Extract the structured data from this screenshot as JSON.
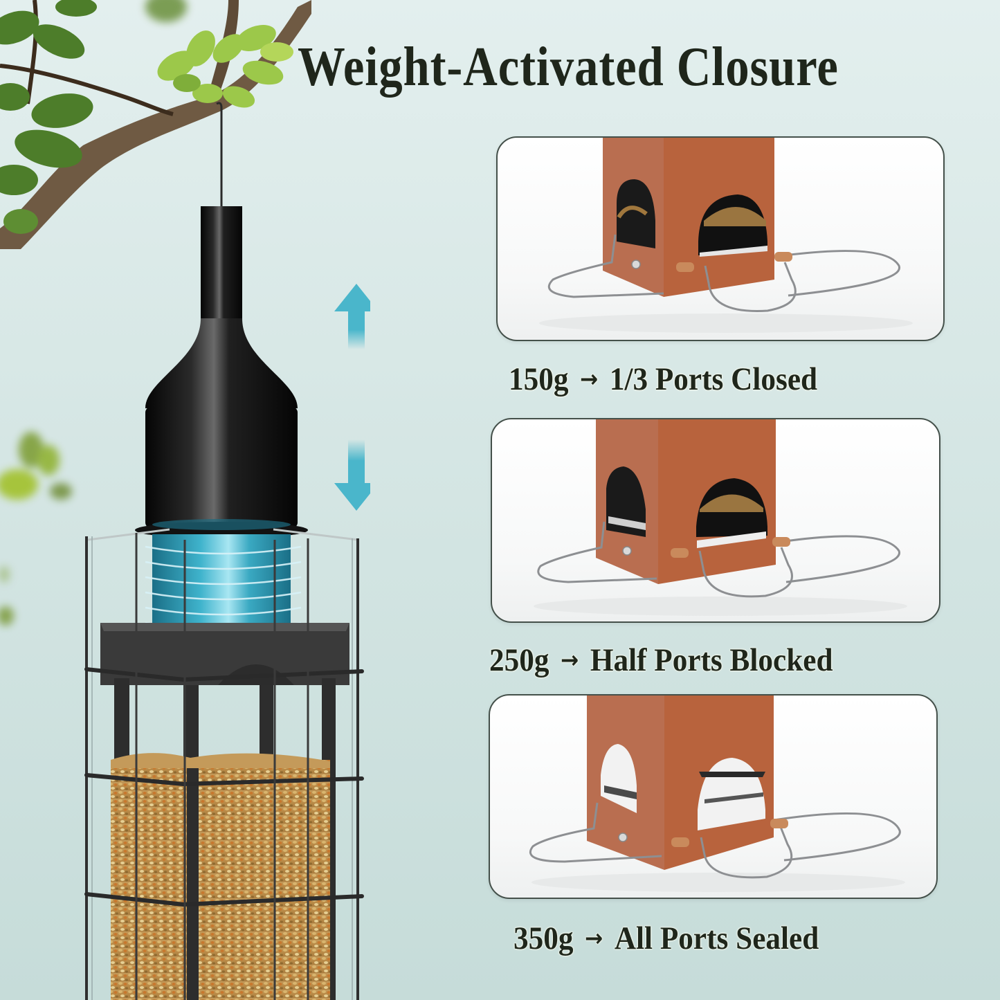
{
  "headline": {
    "title": "Weight-Activated Closure"
  },
  "illustration": {
    "subject": "hanging tube bird feeder cross-section",
    "spring_color": "#3fb3cc",
    "cap_color": "#141414",
    "indicator_icon": "up-down-arrow-icon",
    "indicator_color": "#4ab6cb"
  },
  "states": [
    {
      "weight": "150g",
      "arrow": "→",
      "result": "1/3 Ports Closed",
      "port_opening": "large"
    },
    {
      "weight": "250g",
      "arrow": "→",
      "result": "Half Ports Blocked",
      "port_opening": "medium"
    },
    {
      "weight": "350g",
      "arrow": "→",
      "result": "All Ports Sealed",
      "port_opening": "sealed"
    }
  ],
  "colors": {
    "background": "#d8e8e6",
    "text": "#1f261b",
    "feeder_body": "#b8633d",
    "panel_border": "#44504a"
  }
}
